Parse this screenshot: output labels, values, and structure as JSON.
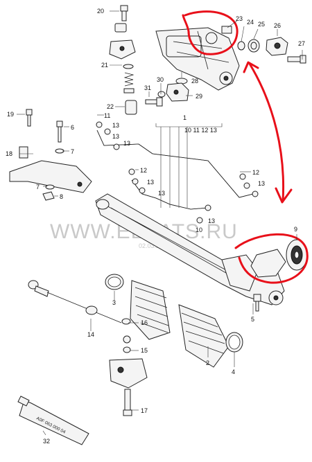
{
  "watermark": {
    "site": "WWW.ELCATS.RU",
    "date": "02.03.2012"
  },
  "tube_print": "A0F 063 000 04",
  "group_label": "10 11 12 13",
  "annotation_color": "#e8101a",
  "callouts": [
    {
      "id": "c1",
      "text": "1"
    },
    {
      "id": "c2",
      "text": "2"
    },
    {
      "id": "c3",
      "text": "3"
    },
    {
      "id": "c4",
      "text": "4"
    },
    {
      "id": "c5",
      "text": "5"
    },
    {
      "id": "c6",
      "text": "6"
    },
    {
      "id": "c7a",
      "text": "7"
    },
    {
      "id": "c7b",
      "text": "7"
    },
    {
      "id": "c8",
      "text": "8"
    },
    {
      "id": "c9",
      "text": "9"
    },
    {
      "id": "c10",
      "text": "10"
    },
    {
      "id": "c11",
      "text": "11"
    },
    {
      "id": "c12a",
      "text": "12"
    },
    {
      "id": "c12b",
      "text": "12"
    },
    {
      "id": "c13a",
      "text": "13"
    },
    {
      "id": "c13b",
      "text": "13"
    },
    {
      "id": "c13c",
      "text": "13"
    },
    {
      "id": "c13d",
      "text": "13"
    },
    {
      "id": "c13e",
      "text": "13"
    },
    {
      "id": "c13f",
      "text": "13"
    },
    {
      "id": "c13g",
      "text": "13"
    },
    {
      "id": "c14",
      "text": "14"
    },
    {
      "id": "c15",
      "text": "15"
    },
    {
      "id": "c16",
      "text": "16"
    },
    {
      "id": "c17",
      "text": "17"
    },
    {
      "id": "c18",
      "text": "18"
    },
    {
      "id": "c19",
      "text": "19"
    },
    {
      "id": "c20",
      "text": "20"
    },
    {
      "id": "c21",
      "text": "21"
    },
    {
      "id": "c22",
      "text": "22"
    },
    {
      "id": "c23",
      "text": "23"
    },
    {
      "id": "c24",
      "text": "24"
    },
    {
      "id": "c25",
      "text": "25"
    },
    {
      "id": "c26",
      "text": "26"
    },
    {
      "id": "c27",
      "text": "27"
    },
    {
      "id": "c28",
      "text": "28"
    },
    {
      "id": "c29",
      "text": "29"
    },
    {
      "id": "c30",
      "text": "30"
    },
    {
      "id": "c31",
      "text": "31"
    },
    {
      "id": "c32",
      "text": "32"
    }
  ]
}
